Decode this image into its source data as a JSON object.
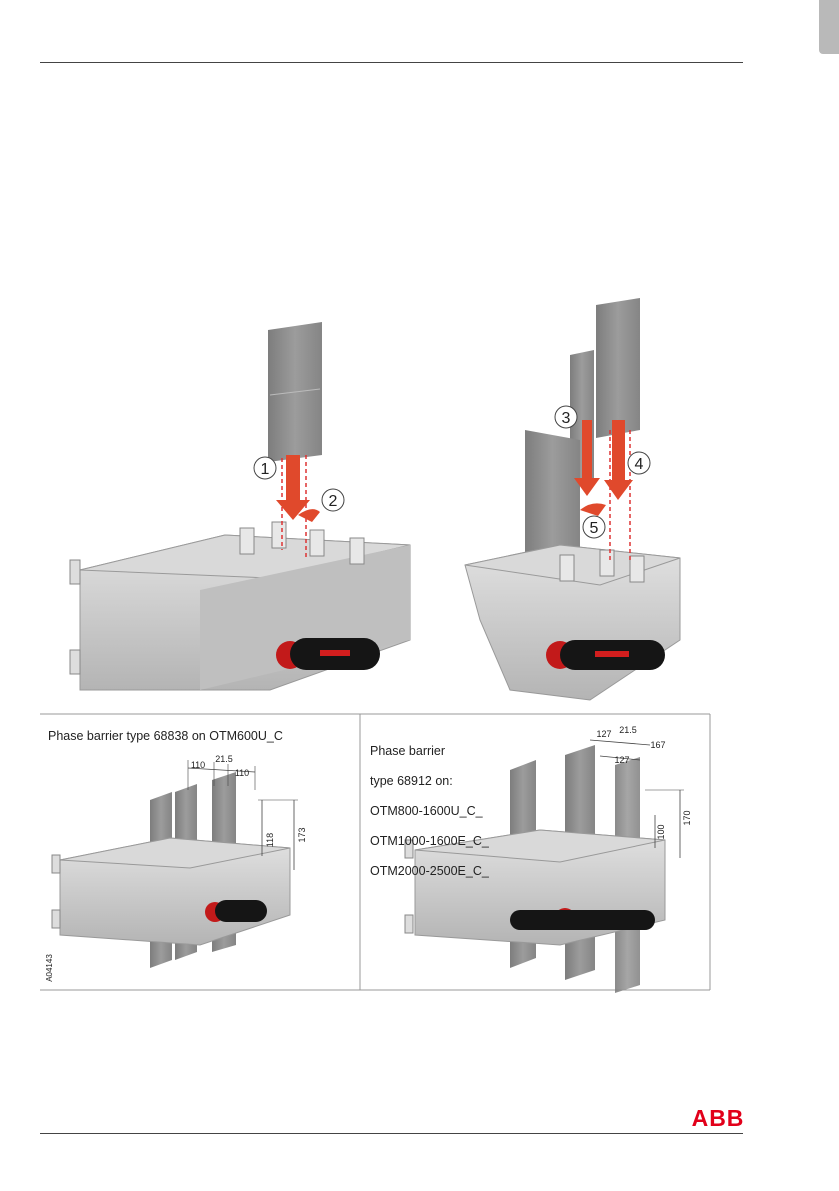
{
  "figure": {
    "step_labels": [
      "1",
      "2",
      "3",
      "4",
      "5"
    ],
    "left_panel": {
      "caption": "Phase barrier type 68838 on OTM600U_C",
      "dimensions": [
        "110",
        "21.5",
        "110",
        "118",
        "173"
      ]
    },
    "right_panel": {
      "caption_lines": [
        "Phase barrier",
        "type 68912 on:",
        "OTM800-1600U_C_",
        "OTM1000-1600E_C_",
        "OTM2000-2500E_C_"
      ],
      "dimensions": [
        "127",
        "21.5",
        "167",
        "127",
        "100",
        "170"
      ]
    },
    "figure_code": "A04143"
  },
  "brand": {
    "logo_text": "ABB",
    "logo_color": "#e2001a"
  },
  "colors": {
    "arrow": "#e0492c",
    "barrier": "#8e8e8e",
    "housing": "#c8c8c8",
    "handle": "#151515",
    "handle_accent": "#d21e1e"
  }
}
